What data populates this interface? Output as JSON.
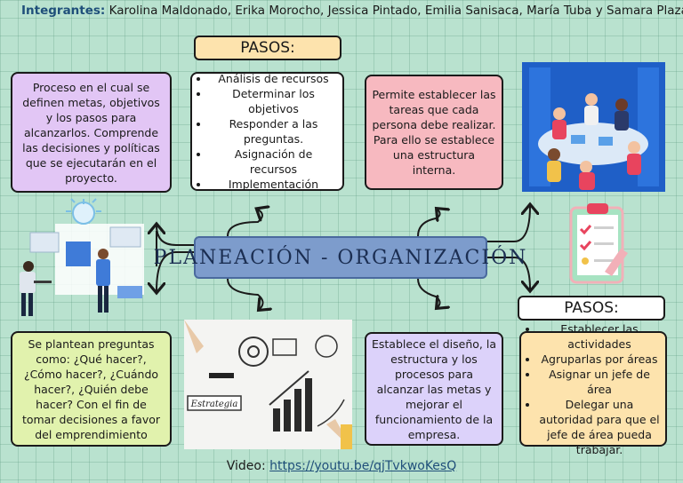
{
  "header": {
    "label": "Integrantes:",
    "members": " Karolina Maldonado, Erika Morocho, Jessica Pintado, Emilia Sanisaca, María Tuba y Samara Plaza."
  },
  "pasos_top": "PASOS:",
  "pasos_right": "PASOS:",
  "center_title": "PLANEACIÓN - ORGANIZACIÓN",
  "box_purple": "Proceso en el cual se definen metas, objetivos y los pasos para alcanzarlos. Comprende las decisiones y políticas que se ejecutarán en el proyecto.",
  "box_steps_planning": [
    "Análisis de recursos",
    "Determinar los objetivos",
    "Responder a las preguntas.",
    "Asignación de recursos",
    "Implementación"
  ],
  "box_pink": "Permite establecer las tareas que cada persona debe realizar. Para ello se establece una estructura interna.",
  "box_green": "Se plantean preguntas como: ¿Qué hacer?, ¿Cómo hacer?, ¿Cuándo hacer?, ¿Quién debe hacer? Con el fin de tomar decisiones a favor del emprendimiento",
  "box_lavender": "Establece el diseño, la estructura y los procesos para alcanzar las metas y mejorar el funcionamiento de la empresa.",
  "box_steps_organization": [
    "Establecer las actividades",
    "Agruparlas por áreas",
    "Asignar un jefe de área",
    "Delegar una autoridad para que el jefe de área pueda trabajar."
  ],
  "image_word": "Estrategia",
  "video": {
    "label": "Video: ",
    "link": "https://youtu.be/qjTvkwoKesQ"
  },
  "colors": {
    "background": "#b9e2cf",
    "purple_box": "#e2c6f5",
    "pink_box": "#f7b9c0",
    "green_box": "#e1f2ad",
    "lavender_box": "#dcd2fa",
    "steps_box": "#fde3ad",
    "title_box": "#7d9ccc"
  }
}
